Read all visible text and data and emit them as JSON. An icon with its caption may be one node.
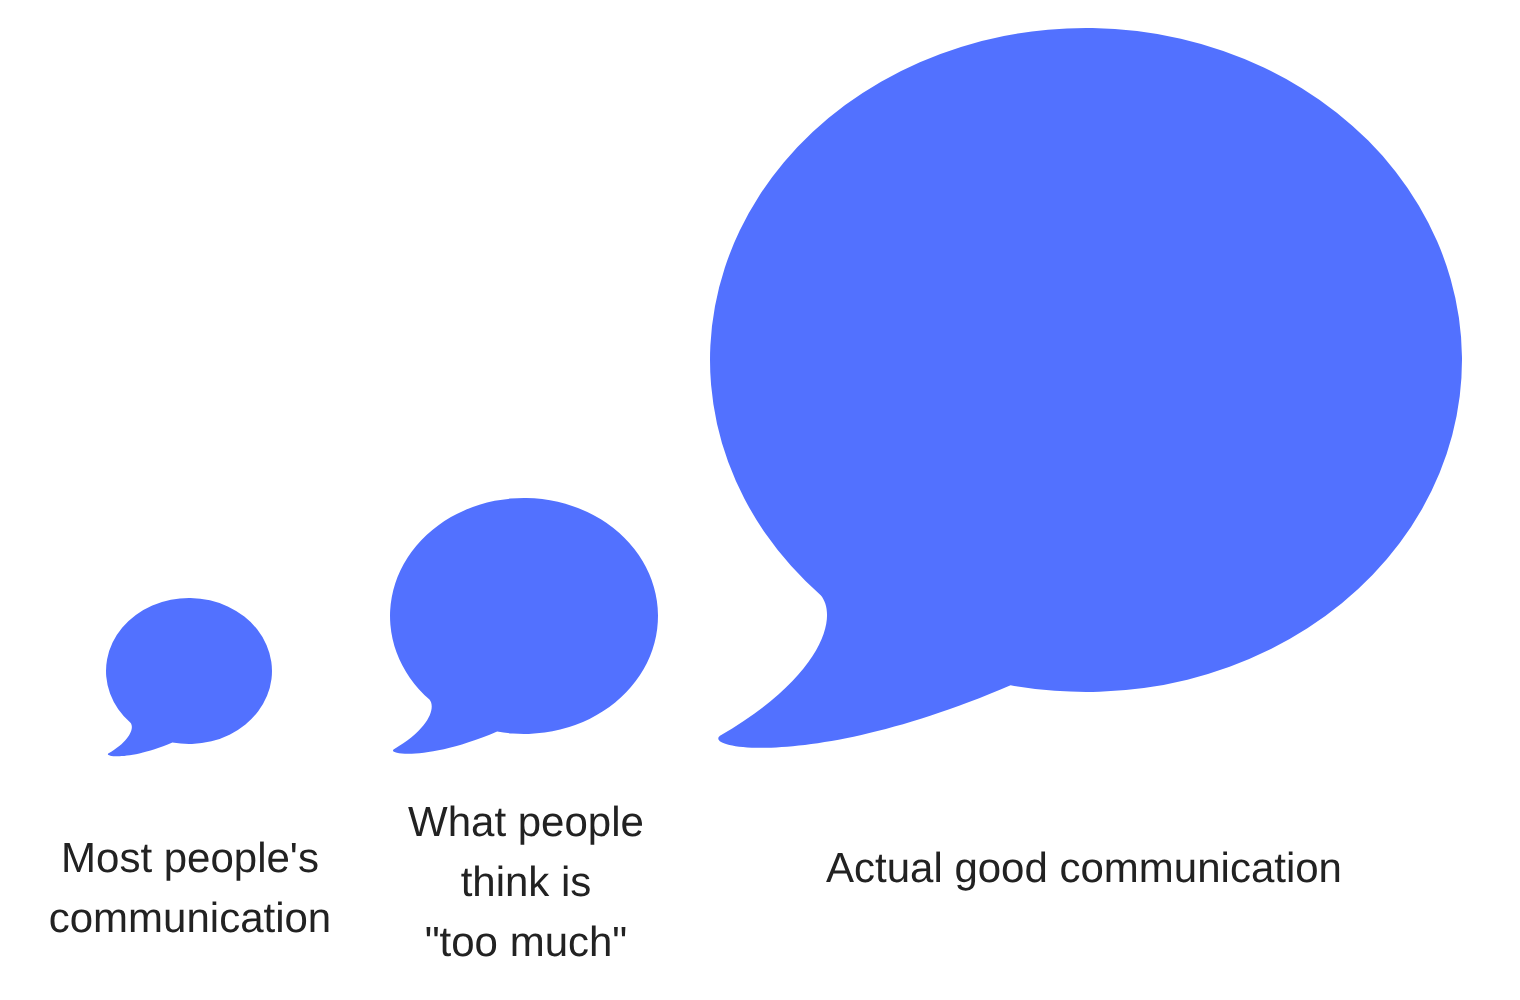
{
  "diagram": {
    "nodes": [
      {
        "text": [],
        "shape": "bubble",
        "beside": [
          "Most people's communication"
        ]
      },
      {
        "text": [],
        "shape": "bubble",
        "beside": [
          "What people think is \"too much\""
        ]
      },
      {
        "text": [],
        "shape": "bubble",
        "beside": [
          "Actual good communication"
        ]
      }
    ],
    "edges": []
  }
}
